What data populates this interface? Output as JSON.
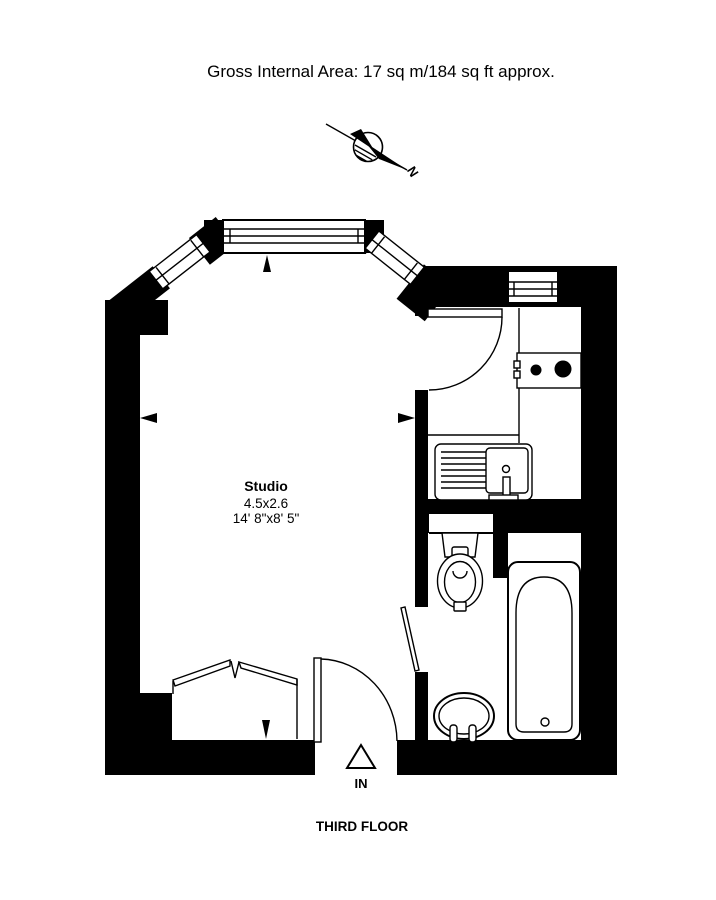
{
  "header": {
    "gross_area": "Gross Internal Area: 17 sq m/184 sq ft approx."
  },
  "compass": {
    "label": "N"
  },
  "room": {
    "name": "Studio",
    "dim_metric": "4.5x2.6",
    "dim_imperial": "14' 8\"x8' 5\""
  },
  "entrance": {
    "label": "IN"
  },
  "floor": {
    "label": "THIRD FLOOR"
  },
  "colors": {
    "wall": "#000000",
    "background": "#ffffff",
    "line": "#000000"
  },
  "fixtures": [
    "bay-window",
    "kitchen-window",
    "hob",
    "kitchen-sink",
    "toilet",
    "wash-basin",
    "bathtub",
    "wardrobe",
    "entrance-door",
    "kitchen-door",
    "bathroom-door",
    "north-arrow"
  ]
}
